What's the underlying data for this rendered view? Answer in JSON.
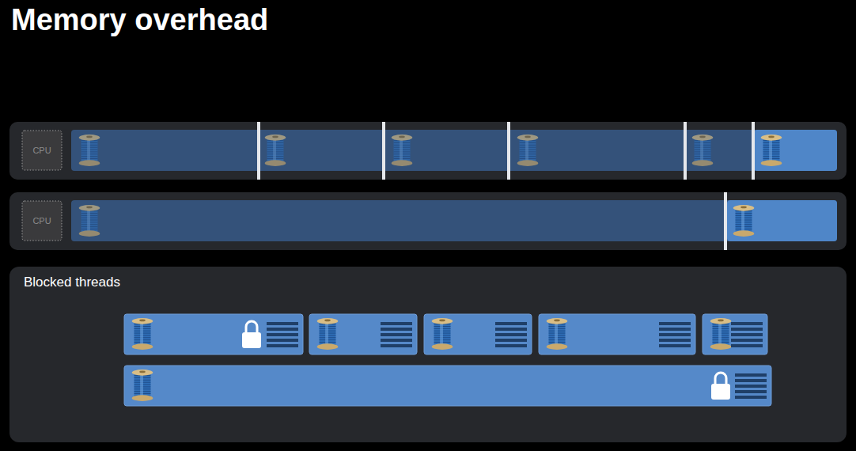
{
  "diagram": {
    "title": "Memory overhead",
    "nodes": [
      {
        "text": [
          "CPU"
        ]
      },
      {
        "text": [
          "CPU"
        ]
      },
      {
        "text": [
          "Blocked threads"
        ]
      }
    ]
  }
}
